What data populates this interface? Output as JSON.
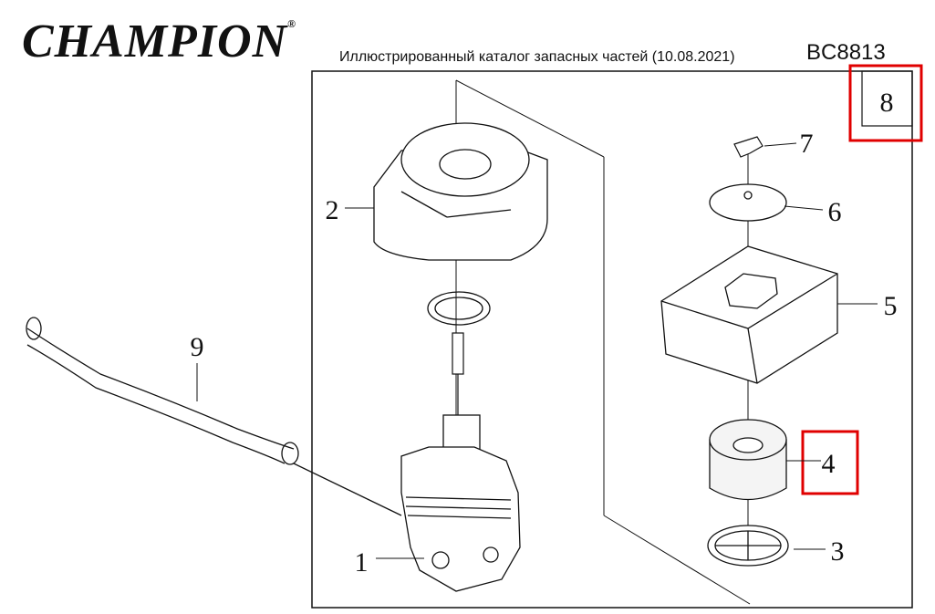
{
  "header": {
    "brand": "CHAMPION",
    "registered_mark": "®",
    "catalog_title": "Иллюстрированный каталог запасных частей (10.08.2021)",
    "model": "BC8813"
  },
  "diagram": {
    "group_number": "8",
    "callouts": [
      {
        "id": "1",
        "label": "1"
      },
      {
        "id": "2",
        "label": "2"
      },
      {
        "id": "3",
        "label": "3"
      },
      {
        "id": "4",
        "label": "4"
      },
      {
        "id": "5",
        "label": "5"
      },
      {
        "id": "6",
        "label": "6"
      },
      {
        "id": "7",
        "label": "7"
      },
      {
        "id": "9",
        "label": "9"
      }
    ],
    "highlight_color": "#e00000"
  }
}
